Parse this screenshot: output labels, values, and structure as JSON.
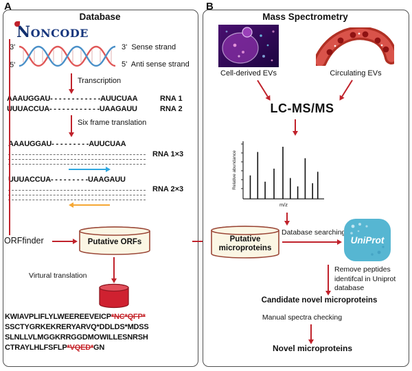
{
  "panel_a": {
    "corner_label": "A",
    "title": "Database",
    "noncode_logo_text": "NONCODE",
    "dna": {
      "left_three_prime": "3'",
      "left_five_prime": "5'",
      "right_three_prime": "3'",
      "sense_label": "Sense strand",
      "right_five_prime": "5'",
      "antisense_label": "Anti sense strand"
    },
    "transcription_label": "Transcription",
    "rna1_seq": "AAAUGGAU- - - - - - - - - - - -AUUCUAA",
    "rna1_label": "RNA 1",
    "rna2_seq": "UUUACCUA- - - - - - - - - - - -UAAGAUU",
    "rna2_label": "RNA 2",
    "six_frame_label": "Six frame translation",
    "rna1x3_seq": "AAAUGGAU- - - - - - - - -AUUCUAA",
    "rna1x3_label": "RNA 1×3",
    "rna2x3_seq": "UUUACCUA- - - - - - - - -UAAGAUU",
    "rna2x3_label": "RNA 2×3",
    "orffinder_label": "ORFfinder",
    "putative_orfs_label": "Putative ORFs",
    "virtual_translation_label": "Virtural translation",
    "protein_lines": [
      {
        "b": "KWIAVPLIFLYLWEEREEVEICP",
        "r": "*NC*QFP*",
        "b2": ""
      },
      {
        "b": "SSCTYGRKEKRERYARVQ*DDLDS*MDSS",
        "r": "",
        "b2": ""
      },
      {
        "b": "SLNLLVLMGGKRRGGDMOWILLESNRSH",
        "r": "",
        "b2": ""
      },
      {
        "b": "CTRAYLHLFSFLP",
        "r": "*VQED*",
        "b2": "GN"
      }
    ]
  },
  "panel_b": {
    "corner_label": "B",
    "title": "Mass Spectrometry",
    "cell_evs_label": "Cell-derived EVs",
    "circulating_evs_label": "Circulating EVs",
    "lcmsms_label": "LC-MS/MS",
    "spectrum": {
      "ylabel": "Relative abundance",
      "xlabel": "m/z",
      "peaks": [
        [
          6,
          0.45
        ],
        [
          16,
          0.9
        ],
        [
          26,
          0.33
        ],
        [
          38,
          0.58
        ],
        [
          50,
          1.0
        ],
        [
          60,
          0.4
        ],
        [
          70,
          0.24
        ],
        [
          80,
          0.78
        ],
        [
          90,
          0.3
        ],
        [
          97,
          0.52
        ]
      ]
    },
    "putative_microproteins_line1": "Putative",
    "putative_microproteins_line2": "microproteins",
    "database_searching_label": "Database searching",
    "uniprot_label": "UniProt",
    "remove_peptides_label": "Remove peptides identifcal in Uniprot database",
    "candidate_label": "Candidate novel microproteins",
    "manual_checking_label": "Manual spectra checking",
    "novel_label": "Novel microproteins"
  },
  "colors": {
    "arrow_red": "#c0222b",
    "blue_arrow": "#2fa8e0",
    "orange_arrow": "#f5a733",
    "noncode_blue": "#17377e",
    "uniprot_blue": "#56b6d2",
    "cylinder_fill": "#fbf6e4",
    "cylinder_stroke": "#9a4636"
  }
}
